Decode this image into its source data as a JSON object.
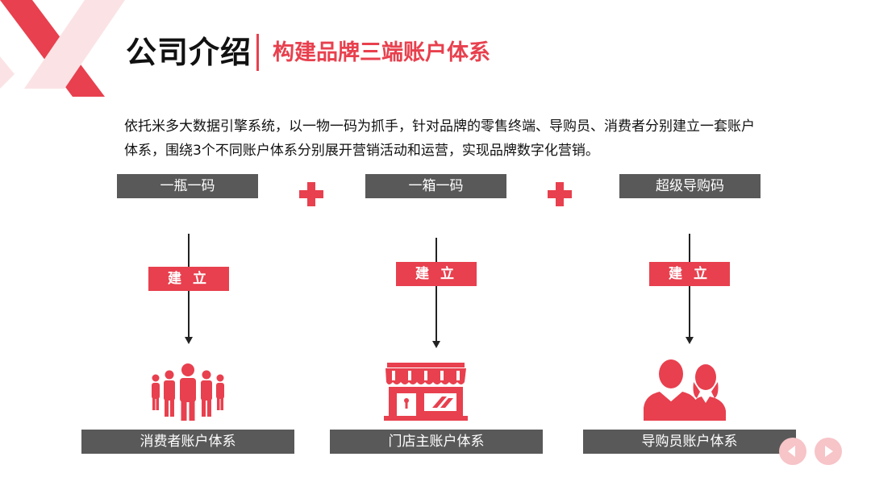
{
  "header": {
    "title": "公司介绍",
    "subtitle": "构建品牌三端账户体系"
  },
  "intro": {
    "text": "依托米多大数据引擎系统，以一物一码为抓手，针对品牌的零售终端、导购员、消费者分别建立一套账户体系，围绕3个不同账户体系分别展开营销活动和运营，实现品牌数字化营销。"
  },
  "columns": [
    {
      "code_label": "一瓶一码",
      "build_label": "建 立",
      "system_label": "消费者账户体系",
      "icon": "people-group-icon"
    },
    {
      "code_label": "一箱一码",
      "build_label": "建 立",
      "system_label": "门店主账户体系",
      "icon": "storefront-icon"
    },
    {
      "code_label": "超级导购码",
      "build_label": "建 立",
      "system_label": "导购员账户体系",
      "icon": "shop-assistants-icon"
    }
  ],
  "colors": {
    "accent": "#e8404e",
    "label_bg": "#595959",
    "corner_light": "#fbe3e5"
  }
}
